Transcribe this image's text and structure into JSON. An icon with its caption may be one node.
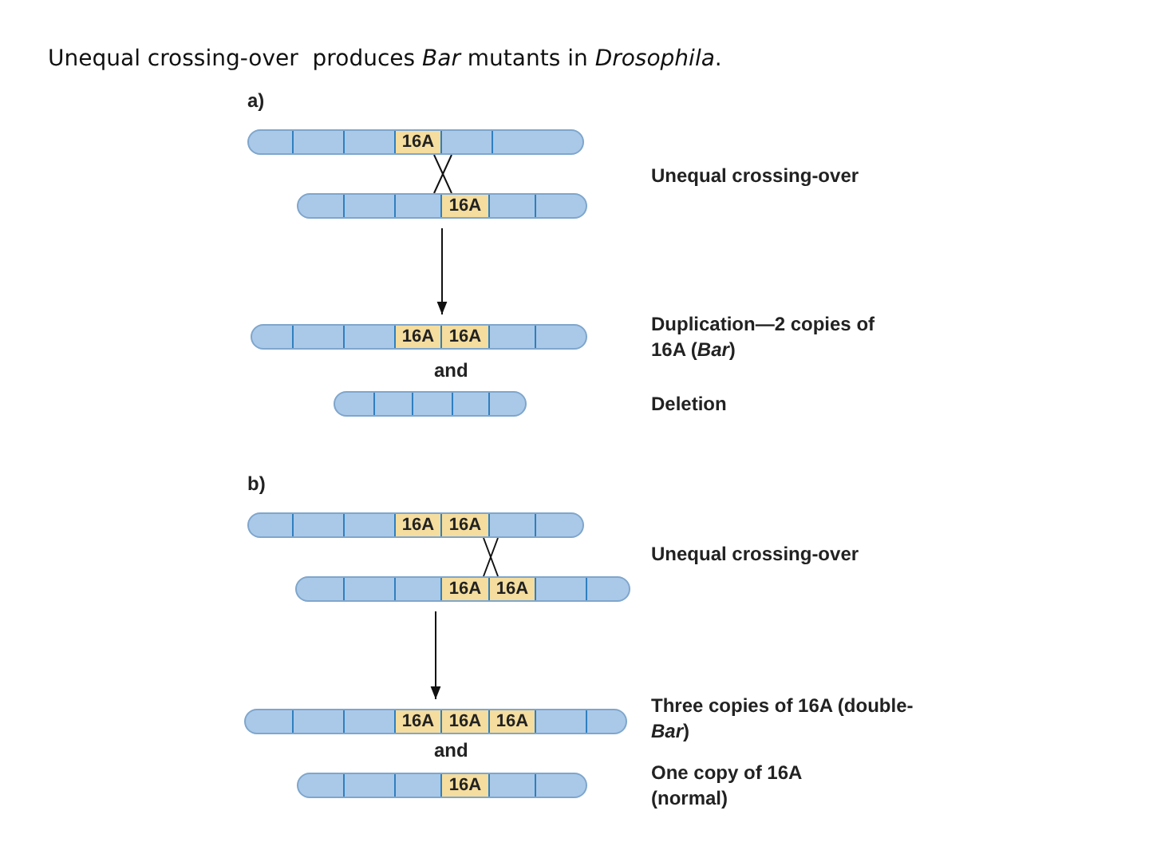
{
  "diagram": {
    "title": "Unequal crossing-over  produces *Bar* mutants in *Drosophila*.",
    "nodes": [
      {
        "text": [
          "16A"
        ]
      },
      {
        "text": [
          "16A"
        ]
      },
      {
        "text": [
          "16A",
          "16A"
        ]
      },
      {
        "text": [],
        "shape": "bar"
      },
      {
        "text": [
          "16A",
          "16A"
        ]
      },
      {
        "text": [
          "16A",
          "16A"
        ]
      },
      {
        "text": [
          "16A",
          "16A",
          "16A"
        ]
      },
      {
        "text": [
          "16A"
        ]
      }
    ],
    "edges": [
      {
        "from": 0,
        "to": 1,
        "arrow": "none"
      },
      {
        "from": 0,
        "to": 1,
        "arrow": "none"
      },
      {
        "from": 1,
        "to": 2,
        "arrow": "to"
      },
      {
        "from": 4,
        "to": 5,
        "arrow": "none"
      },
      {
        "from": 4,
        "to": 5,
        "arrow": "none"
      },
      {
        "from": 5,
        "to": 6,
        "arrow": "to"
      }
    ],
    "labels": [
      "a)",
      "Unequal crossing-over",
      "Duplication—2 copies of 16A (*Bar*)",
      "and",
      "Deletion",
      "b)",
      "Unequal crossing-over",
      "Three copies of 16A (double-*Bar*)",
      "and",
      "One copy of 16A (normal)"
    ]
  }
}
